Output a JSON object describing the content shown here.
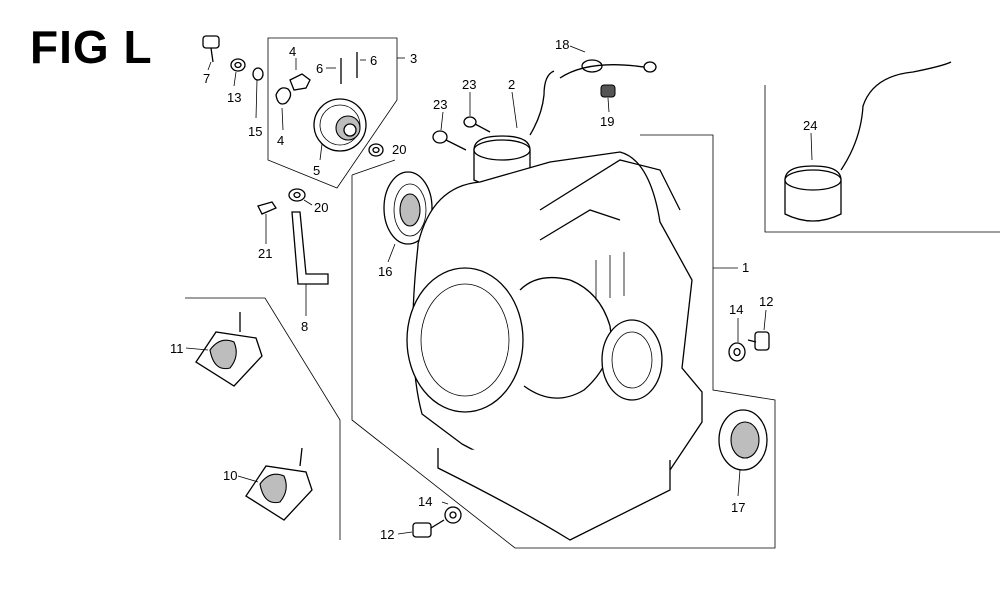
{
  "figure_title": "FIG L",
  "callouts": [
    {
      "id": "c7",
      "text": "7"
    },
    {
      "id": "c13",
      "text": "13"
    },
    {
      "id": "c15",
      "text": "15"
    },
    {
      "id": "c4a",
      "text": "4"
    },
    {
      "id": "c4b",
      "text": "4"
    },
    {
      "id": "c6a",
      "text": "6"
    },
    {
      "id": "c6b",
      "text": "6"
    },
    {
      "id": "c3",
      "text": "3"
    },
    {
      "id": "c5",
      "text": "5"
    },
    {
      "id": "c20a",
      "text": "20"
    },
    {
      "id": "c20b",
      "text": "20"
    },
    {
      "id": "c21",
      "text": "21"
    },
    {
      "id": "c8",
      "text": "8"
    },
    {
      "id": "c18",
      "text": "18"
    },
    {
      "id": "c23a",
      "text": "23"
    },
    {
      "id": "c23b",
      "text": "23"
    },
    {
      "id": "c2",
      "text": "2"
    },
    {
      "id": "c19",
      "text": "19"
    },
    {
      "id": "c16",
      "text": "16"
    },
    {
      "id": "c1",
      "text": "1"
    },
    {
      "id": "c24",
      "text": "24"
    },
    {
      "id": "c14a",
      "text": "14"
    },
    {
      "id": "c12a",
      "text": "12"
    },
    {
      "id": "c11",
      "text": "11"
    },
    {
      "id": "c10",
      "text": "10"
    },
    {
      "id": "c17",
      "text": "17"
    },
    {
      "id": "c14b",
      "text": "14"
    },
    {
      "id": "c12b",
      "text": "12"
    }
  ]
}
